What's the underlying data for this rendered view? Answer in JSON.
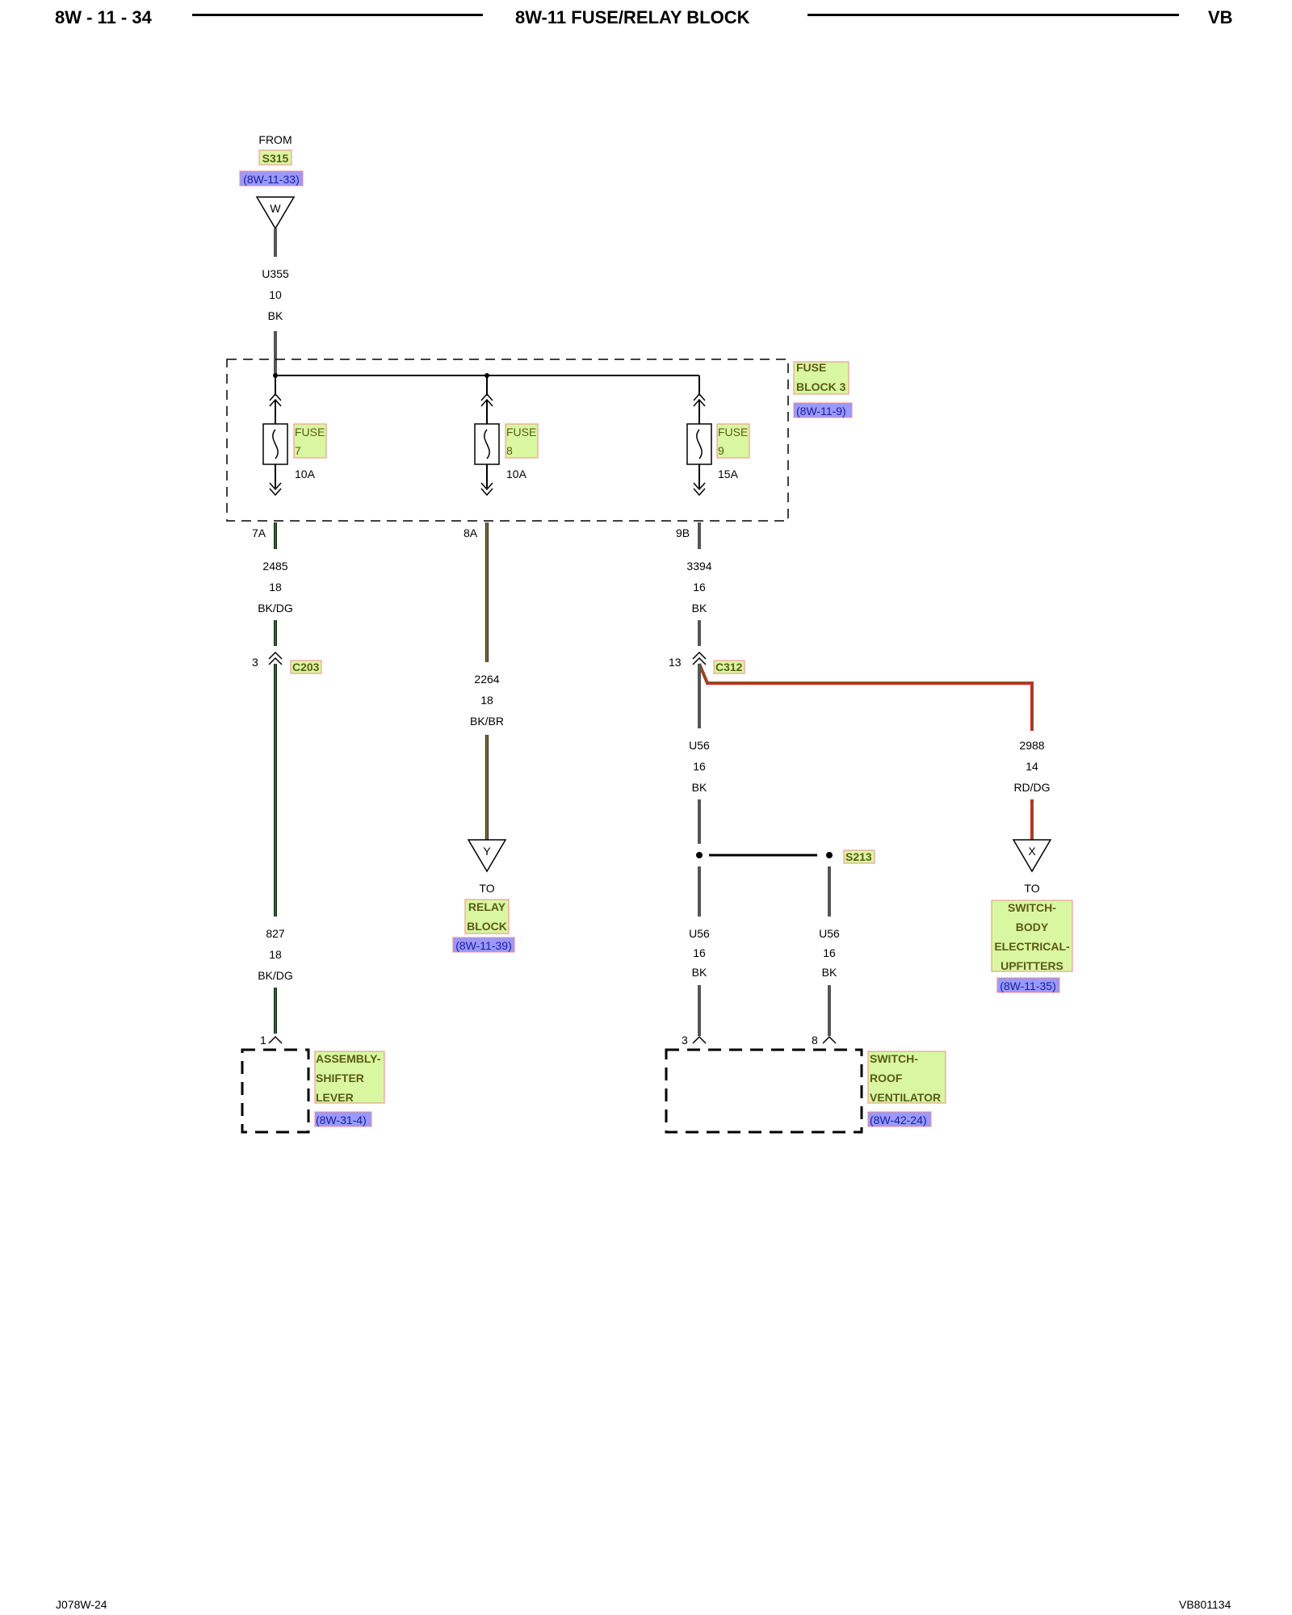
{
  "header": {
    "page_number": "8W - 11 - 34",
    "title": "8W-11 FUSE/RELAY BLOCK",
    "model": "VB"
  },
  "footer": {
    "left_code": "J078W-24",
    "right_code": "VB801134"
  },
  "source": {
    "direction": "FROM",
    "splice": "S315",
    "ref": "(8W-11-33)",
    "connector_letter": "W",
    "wire_circuit": "U355",
    "wire_gauge": "10",
    "wire_color": "BK"
  },
  "fuse_block": {
    "line1": "FUSE",
    "line2": "BLOCK 3",
    "ref": "(8W-11-9)"
  },
  "fuses": [
    {
      "label": "FUSE",
      "number": "7",
      "rating": "10A",
      "pin": "7A"
    },
    {
      "label": "FUSE",
      "number": "8",
      "rating": "10A",
      "pin": "8A"
    },
    {
      "label": "FUSE",
      "number": "9",
      "rating": "15A",
      "pin": "9B"
    }
  ],
  "wires": {
    "w2485": {
      "circuit": "2485",
      "gauge": "18",
      "color": "BK/DG"
    },
    "w827": {
      "circuit": "827",
      "gauge": "18",
      "color": "BK/DG"
    },
    "w2264": {
      "circuit": "2264",
      "gauge": "18",
      "color": "BK/BR"
    },
    "w3394": {
      "circuit": "3394",
      "gauge": "16",
      "color": "BK"
    },
    "w2988": {
      "circuit": "2988",
      "gauge": "14",
      "color": "RD/DG"
    },
    "w_u56_a": {
      "circuit": "U56",
      "gauge": "16",
      "color": "BK"
    },
    "w_u56_b": {
      "circuit": "U56",
      "gauge": "16",
      "color": "BK"
    },
    "w_u56_c": {
      "circuit": "U56",
      "gauge": "16",
      "color": "BK"
    }
  },
  "connectors": {
    "c203": {
      "name": "C203",
      "pin": "3"
    },
    "c312": {
      "name": "C312",
      "pin": "13"
    }
  },
  "splice_s213": "S213",
  "relay_dest": {
    "letter": "Y",
    "to": "TO",
    "line1": "RELAY",
    "line2": "BLOCK",
    "ref": "(8W-11-39)"
  },
  "upfitter_dest": {
    "letter": "X",
    "to": "TO",
    "line1": "SWITCH-",
    "line2": "BODY",
    "line3": "ELECTRICAL-",
    "line4": "UPFITTERS",
    "ref": "(8W-11-35)"
  },
  "shifter": {
    "pin": "1",
    "line1": "ASSEMBLY-",
    "line2": "SHIFTER",
    "line3": "LEVER",
    "ref": "(8W-31-4)"
  },
  "roof_vent": {
    "pin_a": "3",
    "pin_b": "8",
    "line1": "SWITCH-",
    "line2": "ROOF",
    "line3": "VENTILATOR",
    "ref": "(8W-42-24)"
  },
  "colors": {
    "wire_black": "#222222",
    "dark_green": "#2e7d32",
    "brown": "#9a8a3a",
    "red": "#e02020",
    "label_highlight": "#d9f7a0",
    "label_border": "#f08a8a",
    "ref_highlight": "#9999ff"
  }
}
